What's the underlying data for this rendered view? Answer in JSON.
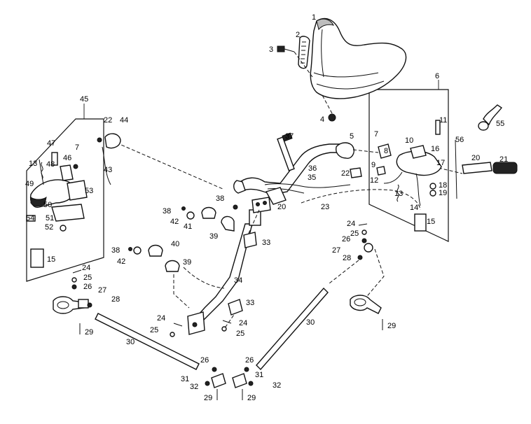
{
  "diagram": {
    "type": "exploded-parts-diagram",
    "callouts": [
      {
        "id": "c1",
        "text": "1"
      },
      {
        "id": "c2",
        "text": "2"
      },
      {
        "id": "c3",
        "text": "3"
      },
      {
        "id": "c4",
        "text": "4"
      },
      {
        "id": "c5",
        "text": "5"
      },
      {
        "id": "c6",
        "text": "6"
      },
      {
        "id": "c7a",
        "text": "7"
      },
      {
        "id": "c7b",
        "text": "7"
      },
      {
        "id": "c8",
        "text": "8"
      },
      {
        "id": "c9",
        "text": "9"
      },
      {
        "id": "c10",
        "text": "10"
      },
      {
        "id": "c11",
        "text": "11"
      },
      {
        "id": "c12",
        "text": "12"
      },
      {
        "id": "c13a",
        "text": "13"
      },
      {
        "id": "c13b",
        "text": "13"
      },
      {
        "id": "c14",
        "text": "14"
      },
      {
        "id": "c15a",
        "text": "15"
      },
      {
        "id": "c15b",
        "text": "15"
      },
      {
        "id": "c16",
        "text": "16"
      },
      {
        "id": "c17",
        "text": "17"
      },
      {
        "id": "c18",
        "text": "18"
      },
      {
        "id": "c19",
        "text": "19"
      },
      {
        "id": "c20a",
        "text": "20"
      },
      {
        "id": "c20b",
        "text": "20"
      },
      {
        "id": "c21",
        "text": "21"
      },
      {
        "id": "c22a",
        "text": "22"
      },
      {
        "id": "c22b",
        "text": "22"
      },
      {
        "id": "c23",
        "text": "23"
      },
      {
        "id": "c24a",
        "text": "24"
      },
      {
        "id": "c24b",
        "text": "24"
      },
      {
        "id": "c24c",
        "text": "24"
      },
      {
        "id": "c24d",
        "text": "24"
      },
      {
        "id": "c25a",
        "text": "25"
      },
      {
        "id": "c25b",
        "text": "25"
      },
      {
        "id": "c25c",
        "text": "25"
      },
      {
        "id": "c25d",
        "text": "25"
      },
      {
        "id": "c26a",
        "text": "26"
      },
      {
        "id": "c26b",
        "text": "26"
      },
      {
        "id": "c26c",
        "text": "26"
      },
      {
        "id": "c26d",
        "text": "26"
      },
      {
        "id": "c27a",
        "text": "27"
      },
      {
        "id": "c27b",
        "text": "27"
      },
      {
        "id": "c28a",
        "text": "28"
      },
      {
        "id": "c28b",
        "text": "28"
      },
      {
        "id": "c29a",
        "text": "29"
      },
      {
        "id": "c29b",
        "text": "29"
      },
      {
        "id": "c29c",
        "text": "29"
      },
      {
        "id": "c29d",
        "text": "29"
      },
      {
        "id": "c30a",
        "text": "30"
      },
      {
        "id": "c30b",
        "text": "30"
      },
      {
        "id": "c31a",
        "text": "31"
      },
      {
        "id": "c31b",
        "text": "31"
      },
      {
        "id": "c32a",
        "text": "32"
      },
      {
        "id": "c32b",
        "text": "32"
      },
      {
        "id": "c33a",
        "text": "33"
      },
      {
        "id": "c33b",
        "text": "33"
      },
      {
        "id": "c34",
        "text": "34"
      },
      {
        "id": "c35",
        "text": "35"
      },
      {
        "id": "c36",
        "text": "36"
      },
      {
        "id": "c37",
        "text": "37"
      },
      {
        "id": "c38a",
        "text": "38"
      },
      {
        "id": "c38b",
        "text": "38"
      },
      {
        "id": "c38c",
        "text": "38"
      },
      {
        "id": "c39a",
        "text": "39"
      },
      {
        "id": "c39b",
        "text": "39"
      },
      {
        "id": "c40",
        "text": "40"
      },
      {
        "id": "c41",
        "text": "41"
      },
      {
        "id": "c42a",
        "text": "42"
      },
      {
        "id": "c42b",
        "text": "42"
      },
      {
        "id": "c43",
        "text": "43"
      },
      {
        "id": "c44",
        "text": "44"
      },
      {
        "id": "c45",
        "text": "45"
      },
      {
        "id": "c46",
        "text": "46"
      },
      {
        "id": "c47",
        "text": "47"
      },
      {
        "id": "c48",
        "text": "48"
      },
      {
        "id": "c49",
        "text": "49"
      },
      {
        "id": "c50",
        "text": "50"
      },
      {
        "id": "c51",
        "text": "51"
      },
      {
        "id": "c52",
        "text": "52"
      },
      {
        "id": "c53",
        "text": "53"
      },
      {
        "id": "c54",
        "text": "54"
      },
      {
        "id": "c55",
        "text": "55"
      },
      {
        "id": "c56",
        "text": "56"
      }
    ]
  }
}
